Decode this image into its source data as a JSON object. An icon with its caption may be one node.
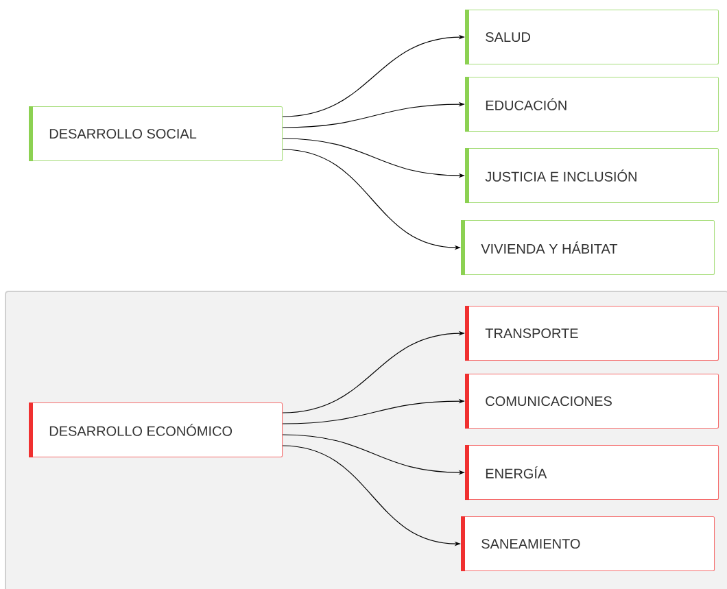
{
  "diagram": {
    "nodes": [
      {
        "text": [
          "DESARROLLO SOCIAL"
        ]
      },
      {
        "text": [
          "SALUD"
        ]
      },
      {
        "text": [
          "EDUCACIÓN"
        ]
      },
      {
        "text": [
          "JUSTICIA E INCLUSIÓN"
        ]
      },
      {
        "text": [
          "VIVIENDA Y HÁBITAT"
        ]
      },
      {
        "text": [
          "DESARROLLO ECONÓMICO"
        ]
      },
      {
        "text": [
          "TRANSPORTE"
        ]
      },
      {
        "text": [
          "COMUNICACIONES"
        ]
      },
      {
        "text": [
          "ENERGÍA"
        ]
      },
      {
        "text": [
          "SANEAMIENTO"
        ]
      }
    ],
    "edges": [
      {
        "from": 0,
        "to": 1,
        "arrow": "to"
      },
      {
        "from": 0,
        "to": 2,
        "arrow": "to"
      },
      {
        "from": 0,
        "to": 3,
        "arrow": "to"
      },
      {
        "from": 0,
        "to": 4,
        "arrow": "to"
      },
      {
        "from": 5,
        "to": 6,
        "arrow": "to"
      },
      {
        "from": 5,
        "to": 7,
        "arrow": "to"
      },
      {
        "from": 5,
        "to": 8,
        "arrow": "to"
      },
      {
        "from": 5,
        "to": 9,
        "arrow": "to"
      }
    ]
  }
}
